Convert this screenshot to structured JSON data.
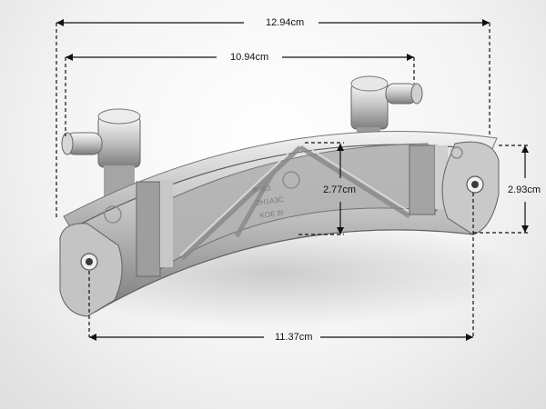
{
  "image": {
    "subject": "metal-door-hinge-icon"
  },
  "dimensions": {
    "overall_width": "12.94cm",
    "pin_span": "10.94cm",
    "bottom_width": "11.37cm",
    "inner_height": "2.77cm",
    "end_height": "2.93cm"
  },
  "part_markings": {
    "line1": "8HK3",
    "line2": "2H1A3C",
    "line3": "KOE 8I"
  },
  "colors": {
    "dimension_line": "#111111",
    "background": "#f2f2f2",
    "metal_light": "#d9d9d9",
    "metal_dark": "#6e6e6e"
  }
}
